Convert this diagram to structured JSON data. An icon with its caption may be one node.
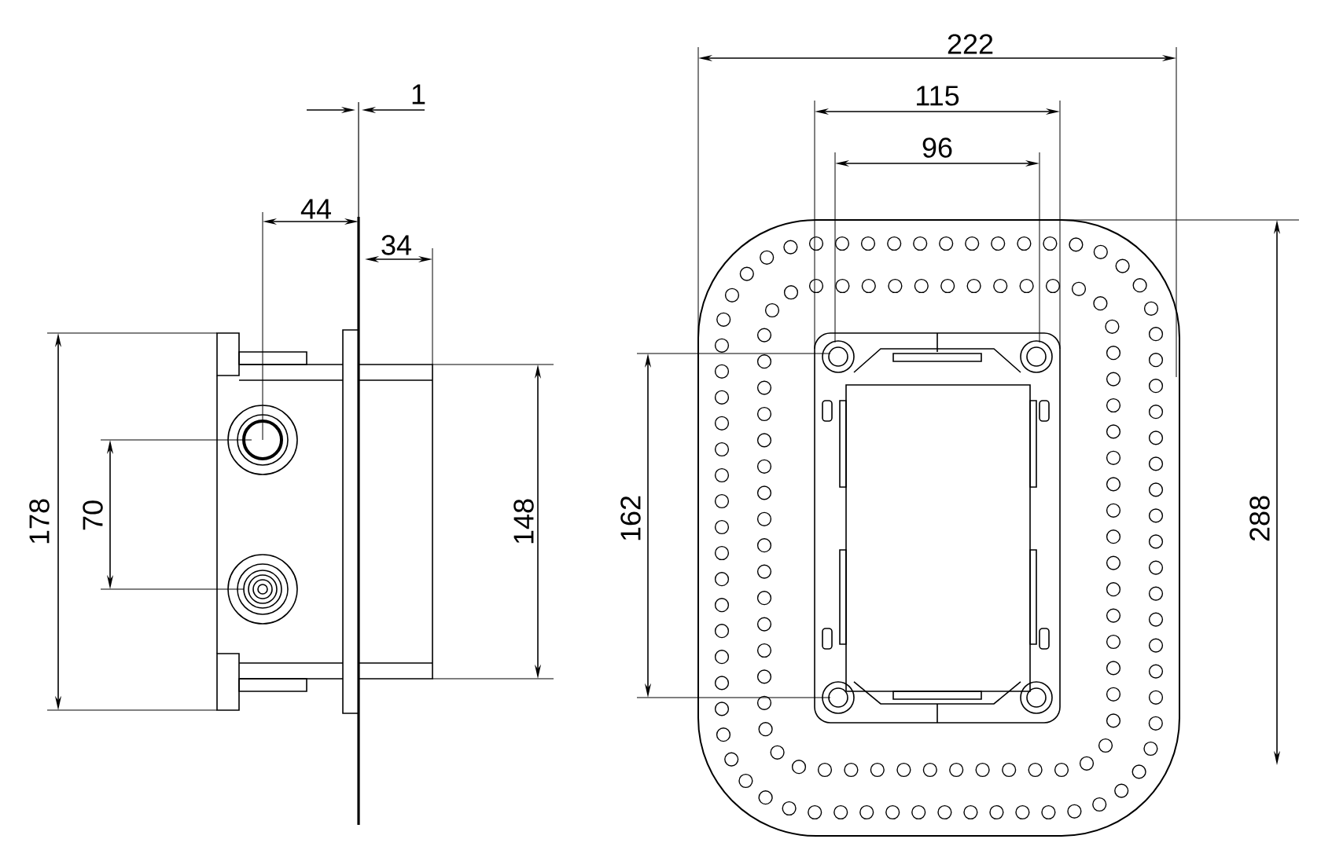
{
  "diagram": {
    "labels": [
      "1",
      "44",
      "34",
      "178",
      "70",
      "148",
      "222",
      "115",
      "96",
      "162",
      "288"
    ]
  }
}
